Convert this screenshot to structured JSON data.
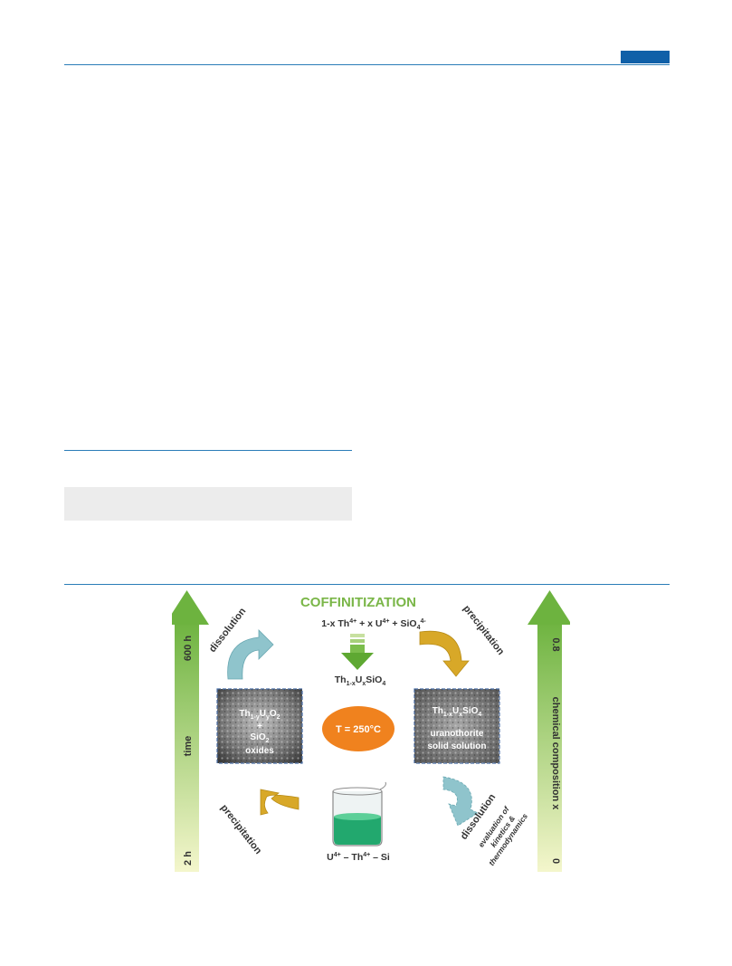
{
  "diagram": {
    "title": "COFFINITIZATION",
    "reaction": {
      "part1": "1-x Th",
      "sup1": "4+",
      "part2": " + x U",
      "sup2": "4+",
      "part3": " + SiO",
      "sub3": "4",
      "sup3": "4-"
    },
    "product": {
      "a": "Th",
      "sub_a": "1-x",
      "b": "U",
      "sub_b": "x",
      "c": "SiO",
      "sub_c": "4"
    },
    "temperature": "T = 250°C",
    "left_image": {
      "f_a": "Th",
      "f_sub_a": "1-y",
      "f_b": "U",
      "f_sub_b": "y",
      "f_c": "O",
      "f_sub_c": "2",
      "plus": "+",
      "g_a": "SiO",
      "g_sub_a": "2",
      "caption": "oxides"
    },
    "right_image": {
      "f_a": "Th",
      "f_sub_a": "1-x",
      "f_b": "U",
      "f_sub_b": "x",
      "f_c": "SiO",
      "f_sub_c": "4",
      "caption_1": "uranothorite",
      "caption_2": "solid solution"
    },
    "beaker_label": "U4+ – Th4+ – Si",
    "beaker_parts": {
      "u": "U",
      "u_sup": "4+",
      "th": " – Th",
      "th_sup": "4+",
      "si": " – Si"
    },
    "cycle_labels": {
      "top_left": "dissolution",
      "top_right": "precipitation",
      "bottom_left": "precipitation",
      "bottom_right": "dissolution",
      "bottom_right_note_1": "evaluation of",
      "bottom_right_note_2": "kinetics &",
      "bottom_right_note_3": "thermodynamics"
    },
    "left_axis": {
      "label": "time",
      "start": "2 h",
      "end": "600 h"
    },
    "right_axis": {
      "label": "chemical composition x",
      "start": "0",
      "end": "0.8"
    },
    "colors": {
      "title_green": "#7ab648",
      "arrow_green": "#6db33f",
      "temperature_orange": "#f0821e",
      "cycle_arrow_teal": "#8fc4cc",
      "cycle_arrow_gold": "#d8a828",
      "beaker_liquid": "#22a86e",
      "accent_blue": "#1060a8"
    }
  }
}
